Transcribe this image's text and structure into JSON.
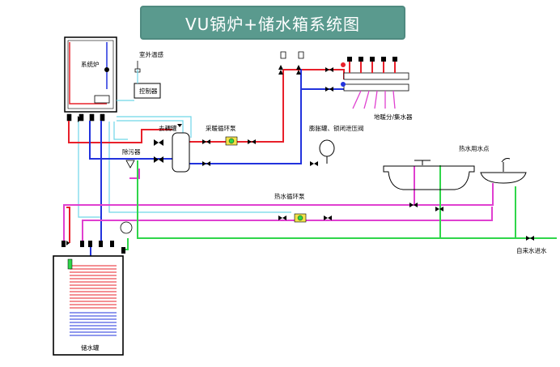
{
  "title": "VU锅炉+储水箱系统图",
  "labels": {
    "boiler": "系统炉",
    "room_thermostat": "室外温感",
    "controller": "控制器",
    "deaerator": "去耦罐",
    "heating_pump": "采暖循环泵",
    "expansion_tank": "膨胀罐、锁闭泄压阀",
    "floor_manifold": "地暖分/集水器",
    "dirt_filter": "除污器",
    "hot_water_point": "热水用水点",
    "hot_water_pump": "热水循环泵",
    "tap_water_in": "自来水进水",
    "storage_tank": "储水罐"
  },
  "colors": {
    "supply": "#e8202a",
    "return": "#2233dd",
    "hot_water": "#e040d0",
    "cold_water": "#2fd64a",
    "boiler_aux": "#6fd6e8",
    "banner": "#5a9a8e"
  }
}
